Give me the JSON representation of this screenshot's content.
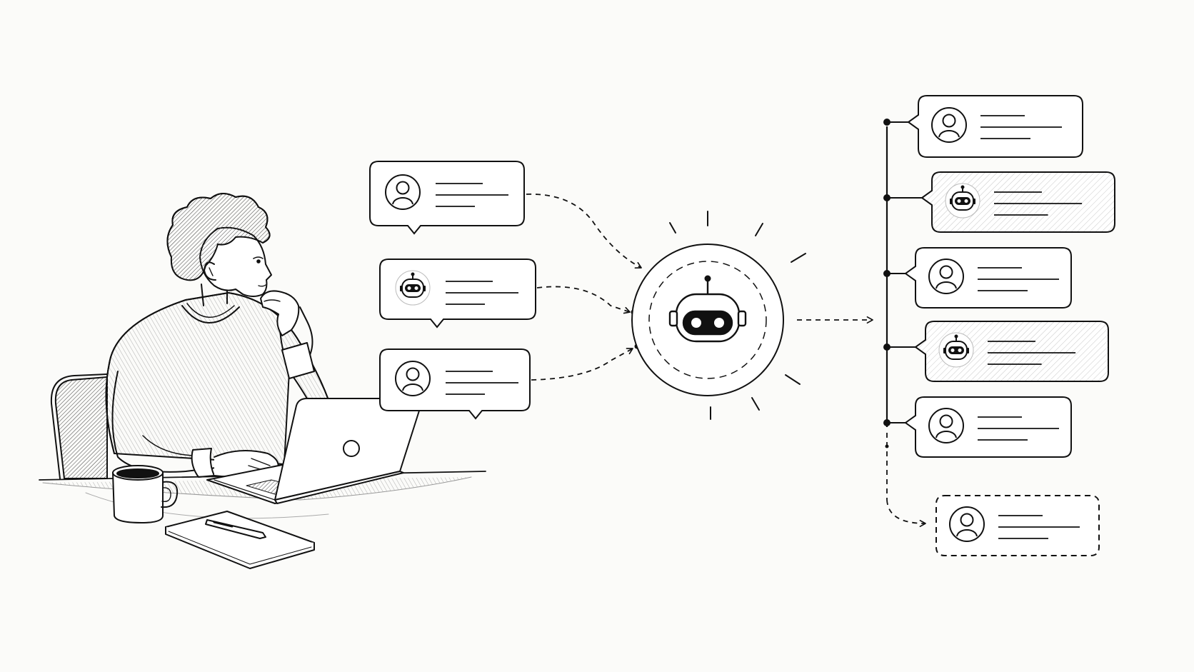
{
  "colors": {
    "background": "#fbfbf9",
    "ink": "#111111",
    "muted": "#777777"
  },
  "illustration": {
    "person": {
      "icon": "person-at-laptop-sketch"
    },
    "objects": [
      "laptop-icon",
      "coffee-mug-icon",
      "notebook-icon",
      "pen-icon",
      "chair-icon"
    ]
  },
  "input_messages": [
    {
      "sender": "user",
      "icon": "user-icon",
      "text_lines": 3
    },
    {
      "sender": "assistant",
      "icon": "robot-icon",
      "text_lines": 3
    },
    {
      "sender": "user",
      "icon": "user-icon",
      "text_lines": 3
    }
  ],
  "processor": {
    "icon": "robot-icon",
    "style": "glowing-circle"
  },
  "output_messages": [
    {
      "sender": "user",
      "icon": "user-icon",
      "text_lines": 3
    },
    {
      "sender": "assistant",
      "icon": "robot-icon",
      "text_lines": 3,
      "hatched": true
    },
    {
      "sender": "user",
      "icon": "user-icon",
      "text_lines": 3
    },
    {
      "sender": "assistant",
      "icon": "robot-icon",
      "text_lines": 3,
      "hatched": true
    },
    {
      "sender": "user",
      "icon": "user-icon",
      "text_lines": 3
    },
    {
      "sender": "user",
      "icon": "user-icon",
      "text_lines": 3,
      "pending": true,
      "border": "dashed"
    }
  ]
}
